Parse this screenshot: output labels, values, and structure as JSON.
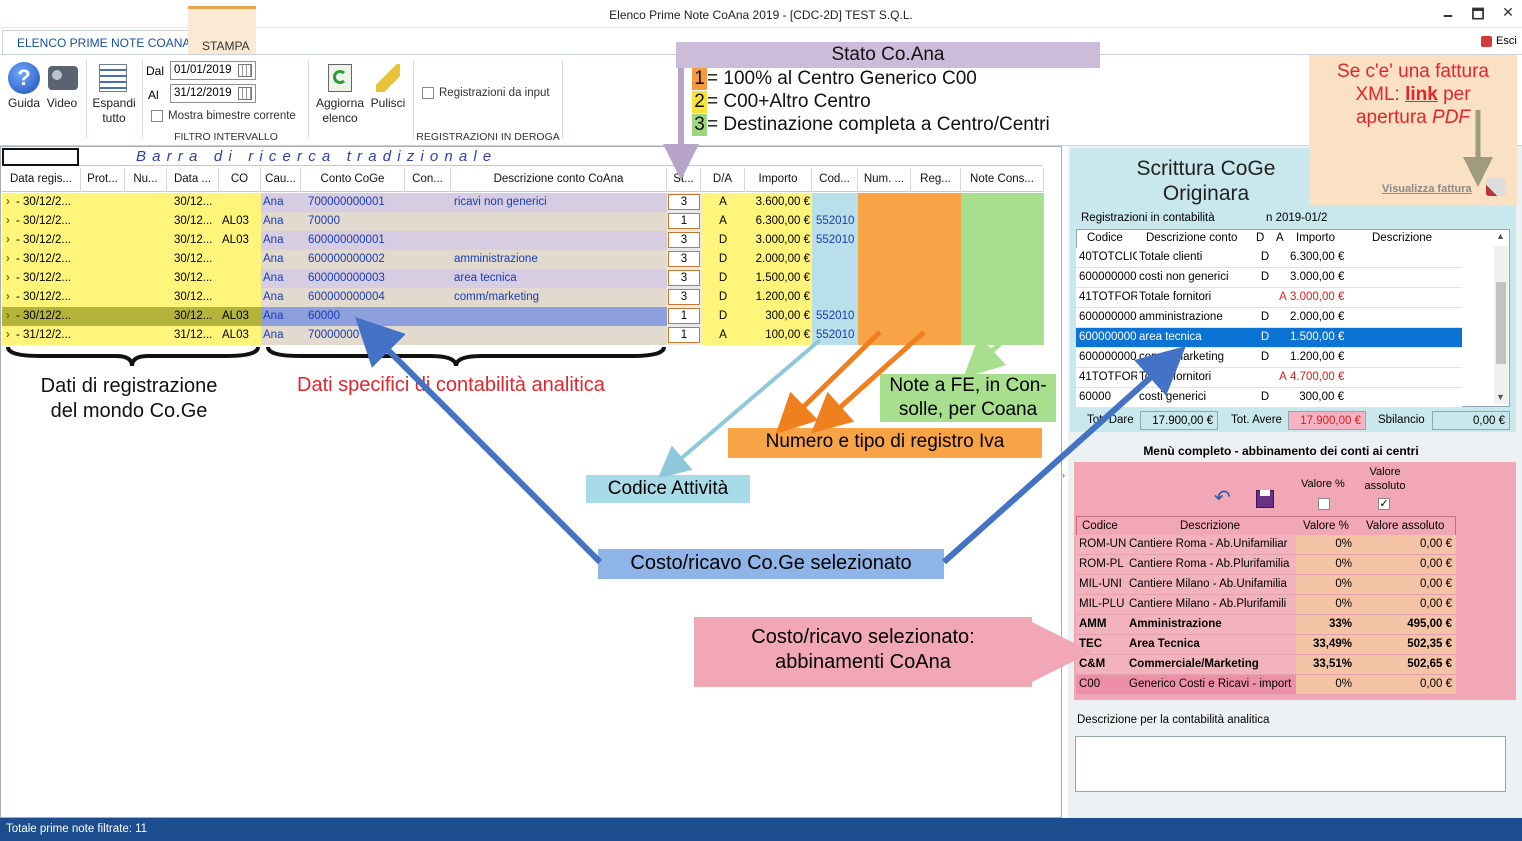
{
  "window": {
    "title": "Elenco Prime Note CoAna 2019 - [CDC-2D] TEST S.Q.L.",
    "minimize": "🗕",
    "maximize": "🗖",
    "close": "✕",
    "exit_label": "Esci"
  },
  "tabs": {
    "elenco": "ELENCO PRIME NOTE COANA",
    "stampa": "STAMPA"
  },
  "ribbon": {
    "guida": "Guida",
    "video": "Video",
    "espandi": "Espandi tutto",
    "dal_label": "Dal",
    "al_label": "Al",
    "dal": "01/01/2019",
    "al": "31/12/2019",
    "mostra_bimestre": "Mostra bimestre corrente",
    "filtro_group": "FILTRO INTERVALLO",
    "aggiorna": "Aggiorna elenco",
    "pulisci": "Pulisci",
    "reg_input": "Registrazioni da input",
    "reg_group": "REGISTRAZIONI IN DEROGA"
  },
  "search_bar": {
    "text": "B a r r a   d i   r i c e r c a   t r a d i z i o n a l e"
  },
  "grid": {
    "headers": [
      "Data regis...",
      "Prot...",
      "Nu...",
      "Data ...",
      "CO",
      "Cau...",
      "Conto CoGe",
      "Con...",
      "Descrizione conto CoAna",
      "St...",
      "D/A",
      "Importo",
      "Cod...",
      "Num. ...",
      "Reg...",
      "Note Cons..."
    ],
    "rows": [
      {
        "date": "30/12/2...",
        "date2": "30/12...",
        "co": "",
        "cau": "Ana",
        "conto": "700000000001",
        "desc": "ricavi non generici",
        "st": "3",
        "da": "A",
        "imp": "3.600,00 €",
        "cod": ""
      },
      {
        "date": "30/12/2...",
        "date2": "30/12...",
        "co": "AL03",
        "cau": "Ana",
        "conto": "70000",
        "desc": "",
        "st": "1",
        "da": "A",
        "imp": "6.300,00 €",
        "cod": "552010"
      },
      {
        "date": "30/12/2...",
        "date2": "30/12...",
        "co": "AL03",
        "cau": "Ana",
        "conto": "600000000001",
        "desc": "",
        "st": "3",
        "da": "D",
        "imp": "3.000,00 €",
        "cod": "552010"
      },
      {
        "date": "30/12/2...",
        "date2": "30/12...",
        "co": "",
        "cau": "Ana",
        "conto": "600000000002",
        "desc": "amministrazione",
        "st": "3",
        "da": "D",
        "imp": "2.000,00 €",
        "cod": ""
      },
      {
        "date": "30/12/2...",
        "date2": "30/12...",
        "co": "",
        "cau": "Ana",
        "conto": "600000000003",
        "desc": "area tecnica",
        "st": "3",
        "da": "D",
        "imp": "1.500,00 €",
        "cod": ""
      },
      {
        "date": "30/12/2...",
        "date2": "30/12...",
        "co": "",
        "cau": "Ana",
        "conto": "600000000004",
        "desc": "comm/marketing",
        "st": "3",
        "da": "D",
        "imp": "1.200,00 €",
        "cod": ""
      },
      {
        "date": "30/12/2...",
        "date2": "30/12...",
        "co": "AL03",
        "cau": "Ana",
        "conto": "60000",
        "desc": "",
        "st": "1",
        "da": "D",
        "imp": "300,00 €",
        "cod": "552010"
      },
      {
        "date": "31/12/2...",
        "date2": "31/12...",
        "co": "AL03",
        "cau": "Ana",
        "conto": "70000000",
        "conto_tail": "002",
        "desc": "",
        "st": "1",
        "da": "A",
        "imp": "100,00 €",
        "cod": "552010"
      }
    ]
  },
  "right_panel": {
    "title": "Scrittura CoGe Originara",
    "reg_label": "Registrazioni in contabilità",
    "reg_num": "n 2019-01/2",
    "headers": [
      "Codice",
      "Descrizione conto",
      "D",
      "A",
      "Importo",
      "Descrizione"
    ],
    "rows": [
      {
        "code": "40TOTCLIG",
        "desc": "Totale clienti",
        "d": "D",
        "a": "",
        "imp": "6.300,00 €"
      },
      {
        "code": "600000000",
        "desc": "costi non generici",
        "d": "D",
        "a": "",
        "imp": "3.000,00 €"
      },
      {
        "code": "41TOTFORI",
        "desc": "Totale fornitori",
        "d": "",
        "a": "A",
        "imp": "3.000,00 €"
      },
      {
        "code": "600000000",
        "desc": "amministrazione",
        "d": "D",
        "a": "",
        "imp": "2.000,00 €"
      },
      {
        "code": "600000000",
        "desc": "area tecnica",
        "d": "D",
        "a": "",
        "imp": "1.500,00 €"
      },
      {
        "code": "600000000",
        "desc": "comm/marketing",
        "d": "D",
        "a": "",
        "imp": "1.200,00 €"
      },
      {
        "code": "41TOTFORI",
        "desc": "Totale fornitori",
        "d": "",
        "a": "A",
        "imp": "4.700,00 €"
      },
      {
        "code": "60000",
        "desc": "costi generici",
        "d": "D",
        "a": "",
        "imp": "300,00 €"
      }
    ],
    "tot_dare_label": "Tot. Dare",
    "tot_dare": "17.900,00 €",
    "tot_avere_label": "Tot. Avere",
    "tot_avere": "17.900,00 €",
    "sbilancio_label": "Sbilancio",
    "sbilancio": "0,00 €",
    "link": "Visualizza fattura"
  },
  "abbinamenti": {
    "title": "Menù completo - abbinamento dei conti ai centri",
    "valore_pct": "Valore %",
    "valore_ass": "Valore assoluto",
    "headers": [
      "Codice",
      "Descrizione",
      "Valore %",
      "Valore assoluto"
    ],
    "rows": [
      {
        "code": "ROM-UN",
        "desc": "Cantiere Roma - Ab.Unifamiliar",
        "pct": "0%",
        "val": "0,00 €"
      },
      {
        "code": "ROM-PL",
        "desc": "Cantiere Roma - Ab.Plurifamilia",
        "pct": "0%",
        "val": "0,00 €"
      },
      {
        "code": "MIL-UNI",
        "desc": "Cantiere Milano - Ab.Unifamilia",
        "pct": "0%",
        "val": "0,00 €"
      },
      {
        "code": "MIL-PLU",
        "desc": "Cantiere Milano - Ab.Plurifamili",
        "pct": "0%",
        "val": "0,00 €"
      },
      {
        "code": "AMM",
        "desc": "Amministrazione",
        "pct": "33%",
        "val": "495,00 €"
      },
      {
        "code": "TEC",
        "desc": "Area Tecnica",
        "pct": "33,49%",
        "val": "502,35 €"
      },
      {
        "code": "C&M",
        "desc": "Commerciale/Marketing",
        "pct": "33,51%",
        "val": "502,65 €"
      },
      {
        "code": "C00",
        "desc": "Generico Costi e Ricavi - import",
        "pct": "0%",
        "val": "0,00 €"
      }
    ],
    "desc_label": "Descrizione per la contabilità analitica"
  },
  "annotations": {
    "stato_title": "Stato Co.Ana",
    "stato1_n": "1",
    "stato1": "= 100% al Centro Generico C00",
    "stato2_n": "2",
    "stato2": "= C00+Altro Centro",
    "stato3_n": "3",
    "stato3": "= Destinazione completa a Centro/Centri",
    "fattura_l1": "Se c'e' una fattura",
    "fattura_xml": "XML: ",
    "fattura_link": "link",
    "fattura_per": " per",
    "fattura_apertura": "apertura ",
    "fattura_pdf": "PDF",
    "dati_coge_l1": "Dati di  registrazione",
    "dati_coge_l2": "del mondo Co.Ge",
    "dati_coana": "Dati specifici di contabilità analitica",
    "note_fe_l1": "Note a FE, in Con-",
    "note_fe_l2": "solle, per Coana",
    "numero_iva": "Numero e tipo di registro Iva",
    "codice_attivita": "Codice Attività",
    "costo_sel": "Costo/ricavo Co.Ge selezionato",
    "abbin_l1": "Costo/ricavo selezionato:",
    "abbin_l2": "abbinamenti CoAna"
  },
  "status": {
    "text": "Totale prime note filtrate: 11"
  }
}
